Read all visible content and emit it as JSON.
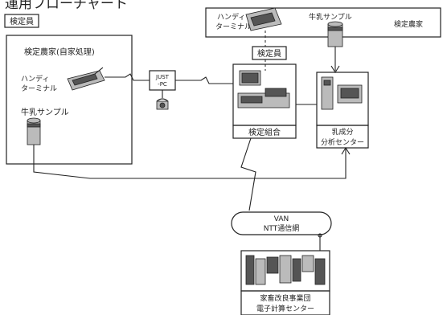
{
  "title": "運用フローチャート",
  "inspector_tag_left": "検定員",
  "farm_left": {
    "title": "検定農家(自家処理)",
    "handy_label": [
      "ハンディ",
      "ターミナル"
    ],
    "milk_label": "牛乳サンプル"
  },
  "justpc": [
    "JUST",
    "-PC"
  ],
  "farm_top": {
    "handy_label": [
      "ハンディ",
      "ターミナル"
    ],
    "milk_label": "牛乳サンプル",
    "farm_label": "検定農家"
  },
  "inspector_tag_mid": "検定員",
  "union_label": "検定組合",
  "analysis_center": [
    "乳成分",
    "分析センター"
  ],
  "van": [
    "VAN",
    "NTT通信網"
  ],
  "computer_center": [
    "家畜改良事業団",
    "電子計算センター"
  ]
}
